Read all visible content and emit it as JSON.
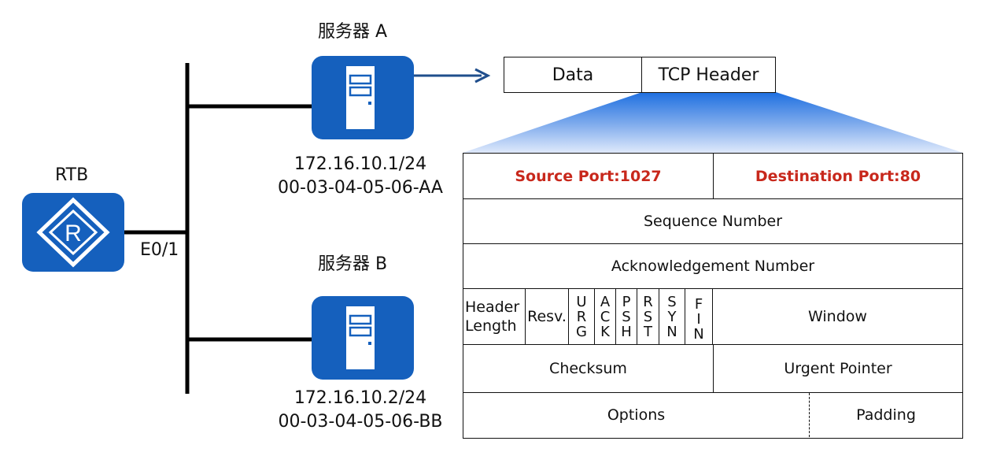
{
  "server_a": {
    "name": "服务器 A",
    "ip": "172.16.10.1/24",
    "mac": "00-03-04-05-06-AA"
  },
  "server_b": {
    "name": "服务器 B",
    "ip": "172.16.10.2/24",
    "mac": "00-03-04-05-06-BB"
  },
  "router": {
    "name": "RTB",
    "interface": "E0/1",
    "icon_letter": "R"
  },
  "segment": {
    "data": "Data",
    "tcp_header": "TCP Header"
  },
  "tcp_header_fields": {
    "source_port": "Source  Port:1027",
    "destination_port": "Destination  Port:80",
    "sequence_number": "Sequence Number",
    "acknowledgement_number": "Acknowledgement Number",
    "header_length_line1": "Header",
    "header_length_line2": "Length",
    "reserved": "Resv.",
    "flags": [
      {
        "name": "URG",
        "letters": [
          "U",
          "R",
          "G"
        ]
      },
      {
        "name": "ACK",
        "letters": [
          "A",
          "C",
          "K"
        ]
      },
      {
        "name": "PSH",
        "letters": [
          "P",
          "S",
          "H"
        ]
      },
      {
        "name": "RST",
        "letters": [
          "R",
          "S",
          "T"
        ]
      },
      {
        "name": "SYN",
        "letters": [
          "S",
          "Y",
          "N"
        ]
      },
      {
        "name": "FIN",
        "letters": [
          "F",
          "I",
          "N"
        ]
      }
    ],
    "window": "Window",
    "checksum": "Checksum",
    "urgent_pointer": "Urgent  Pointer",
    "options": "Options",
    "padding": "Padding"
  },
  "colors": {
    "device_blue": "#1560bd",
    "highlight_red": "#c8281c",
    "arrow_blue": "#1f4e8c"
  }
}
